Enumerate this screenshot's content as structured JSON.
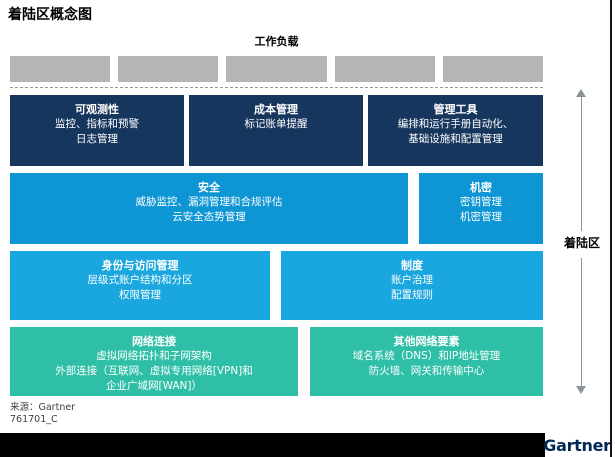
{
  "page": {
    "title": "着陆区概念图"
  },
  "labels": {
    "workload": "工作负载",
    "landing_zone": "着陆区"
  },
  "boxes": {
    "observability": {
      "title": "可观测性",
      "line1": "监控、指标和预警",
      "line2": "日志管理"
    },
    "cost": {
      "title": "成本管理",
      "line1": "标记账单提醒"
    },
    "tools": {
      "title": "管理工具",
      "line1": "编排和运行手册自动化、",
      "line2": "基础设施和配置管理"
    },
    "security": {
      "title": "安全",
      "line1": "威胁监控、漏洞管理和合规评估",
      "line2": "云安全态势管理"
    },
    "secrets": {
      "title": "机密",
      "line1": "密钥管理",
      "line2": "机密管理"
    },
    "iam": {
      "title": "身份与访问管理",
      "line1": "层级式账户结构和分区",
      "line2": "权限管理"
    },
    "policy": {
      "title": "制度",
      "line1": "账户治理",
      "line2": "配置规则"
    },
    "network": {
      "title": "网络连接",
      "line1": "虚拟网络拓扑和子网架构",
      "line2": "外部连接（互联网、虚拟专用网络[VPN]和",
      "line3": "企业广域网[WAN]）"
    },
    "other_network": {
      "title": "其他网络要素",
      "line1": "域名系统（DNS）和IP地址管理",
      "line2": "防火墙、网关和传输中心"
    }
  },
  "footer": {
    "source": "来源：Gartner",
    "code": "761701_C",
    "logo": "Gartner"
  },
  "colors": {
    "navy": "#17365D",
    "blue": "#0E95D4",
    "light_blue": "#1AA6DE",
    "teal": "#2EBFA6",
    "placeholder_gray": "#B5B5B5",
    "arrow_gray": "#8A9499",
    "logo_navy": "#002856",
    "bottom_bar_black": "#000000"
  }
}
